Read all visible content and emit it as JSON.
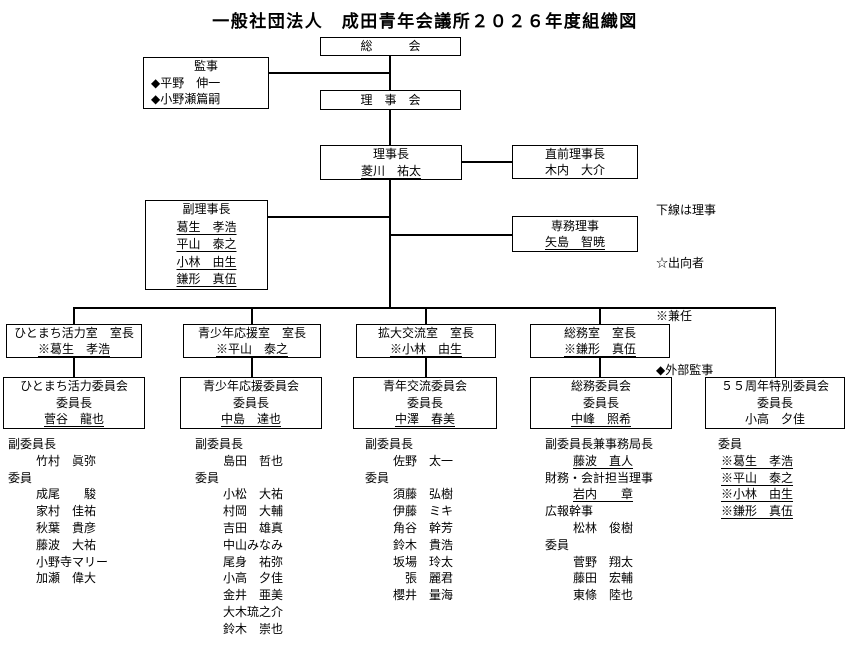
{
  "title": "一般社団法人　成田青年会議所２０２６年度組織図",
  "general_assembly": "総　　　会",
  "board": "理　事　会",
  "auditors": {
    "title": "監事",
    "members": [
      "◆平野　伸一",
      "◆小野瀬篇嗣"
    ]
  },
  "president": {
    "title": "理事長",
    "name": "菱川　祐太",
    "name_underlined": true
  },
  "immediate_past_president": {
    "title": "直前理事長",
    "name": "木内　大介",
    "name_underlined": false
  },
  "vice_presidents": {
    "title": "副理事長",
    "names": [
      "葛生　孝浩",
      "平山　泰之",
      "小林　由生",
      "鎌形　真伍"
    ],
    "names_underlined": true
  },
  "executive_director": {
    "title": "専務理事",
    "name": "矢島　智暁",
    "name_underlined": true
  },
  "legend": [
    "下線は理事",
    "☆出向者",
    "※兼任",
    "◆外部監事"
  ],
  "rooms": [
    {
      "title": "ひとまち活力室　室長",
      "leader": "※葛生　孝浩",
      "leader_underlined": true
    },
    {
      "title": "青少年応援室　室長",
      "leader": "※平山　泰之",
      "leader_underlined": true
    },
    {
      "title": "拡大交流室　室長",
      "leader": "※小林　由生",
      "leader_underlined": true
    },
    {
      "title": "総務室　室長",
      "leader": "※鎌形　真伍",
      "leader_underlined": true
    }
  ],
  "committees": [
    {
      "name": "ひとまち活力委員会",
      "role": "委員長",
      "chair": "菅谷　龍也",
      "chair_underlined": true
    },
    {
      "name": "青少年応援委員会",
      "role": "委員長",
      "chair": "中島　達也",
      "chair_underlined": true
    },
    {
      "name": "青年交流委員会",
      "role": "委員長",
      "chair": "中澤　春美",
      "chair_underlined": true
    },
    {
      "name": "総務委員会",
      "role": "委員長",
      "chair": "中峰　照希",
      "chair_underlined": true
    },
    {
      "name": "５５周年特別委員会",
      "role": "委員長",
      "chair": "小高　夕佳",
      "chair_underlined": false
    }
  ],
  "member_columns": [
    {
      "entries": [
        {
          "type": "label",
          "text": "副委員長"
        },
        {
          "type": "name",
          "text": "竹村　眞弥"
        },
        {
          "type": "label",
          "text": "委員"
        },
        {
          "type": "name",
          "text": "成尾　　駿"
        },
        {
          "type": "name",
          "text": "家村　佳祐"
        },
        {
          "type": "name",
          "text": "秋葉　貴彦"
        },
        {
          "type": "name",
          "text": "藤波　大祐"
        },
        {
          "type": "name",
          "text": "小野寺マリー"
        },
        {
          "type": "name",
          "text": "加瀬　偉大"
        }
      ]
    },
    {
      "entries": [
        {
          "type": "label",
          "text": "副委員長"
        },
        {
          "type": "name",
          "text": "島田　哲也"
        },
        {
          "type": "label",
          "text": "委員"
        },
        {
          "type": "name",
          "text": "小松　大祐"
        },
        {
          "type": "name",
          "text": "村岡　大輔"
        },
        {
          "type": "name",
          "text": "吉田　雄真"
        },
        {
          "type": "name",
          "text": "中山みなみ"
        },
        {
          "type": "name",
          "text": "尾身　祐弥"
        },
        {
          "type": "name",
          "text": "小高　夕佳"
        },
        {
          "type": "name",
          "text": "金井　亜美"
        },
        {
          "type": "name",
          "text": "大木琉之介"
        },
        {
          "type": "name",
          "text": "鈴木　崇也"
        }
      ]
    },
    {
      "entries": [
        {
          "type": "label",
          "text": "副委員長"
        },
        {
          "type": "name",
          "text": "佐野　太一"
        },
        {
          "type": "label",
          "text": "委員"
        },
        {
          "type": "name",
          "text": "須藤　弘樹"
        },
        {
          "type": "name",
          "text": "伊藤　ミキ"
        },
        {
          "type": "name",
          "text": "角谷　幹芳"
        },
        {
          "type": "name",
          "text": "鈴木　貴浩"
        },
        {
          "type": "name",
          "text": "坂場　玲太"
        },
        {
          "type": "name",
          "text": "　張　麗君"
        },
        {
          "type": "name",
          "text": "櫻井　量海"
        }
      ]
    },
    {
      "entries": [
        {
          "type": "label",
          "text": "副委員長兼事務局長"
        },
        {
          "type": "name",
          "text": "藤波　直人",
          "u": true
        },
        {
          "type": "label",
          "text": "財務・会計担当理事"
        },
        {
          "type": "name",
          "text": "岩内　　章",
          "u": true
        },
        {
          "type": "label",
          "text": "広報幹事"
        },
        {
          "type": "name",
          "text": "松林　俊樹"
        },
        {
          "type": "label",
          "text": "委員"
        },
        {
          "type": "name",
          "text": "菅野　翔太"
        },
        {
          "type": "name",
          "text": "藤田　宏輔"
        },
        {
          "type": "name",
          "text": "東條　陸也"
        }
      ]
    },
    {
      "entries": [
        {
          "type": "label",
          "text": "委員"
        },
        {
          "type": "name",
          "text": "※葛生　孝浩",
          "u": true
        },
        {
          "type": "name",
          "text": "※平山　泰之",
          "u": true
        },
        {
          "type": "name",
          "text": "※小林　由生",
          "u": true
        },
        {
          "type": "name",
          "text": "※鎌形　真伍",
          "u": true
        }
      ]
    }
  ]
}
